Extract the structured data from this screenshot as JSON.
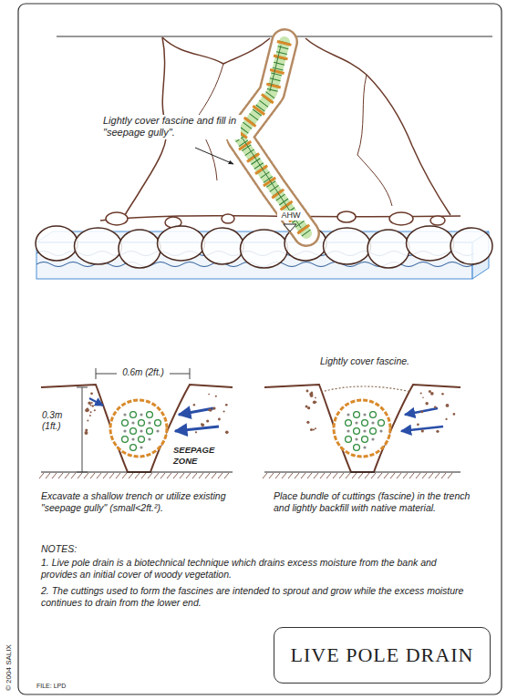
{
  "diagram": {
    "nodes": [
      {
        "text": [
          "LIVE POLE DRAIN"
        ]
      }
    ],
    "labels": [
      "Lightly cover fascine and fill in \"seepage gully\".",
      "AHW",
      "0.6m (2ft.)",
      "0.3m (1ft.)",
      "SEEPAGE ZONE",
      "Excavate a shallow trench or utilize existing \"seepage gully\" (small<2ft.²).",
      "Lightly cover fascine.",
      "Place bundle of cuttings (fascine) in the trench and lightly backfill with native material.",
      "NOTES:",
      "1. Live pole drain is a biotechnical technique which drains excess moisture from the bank and provides an initial cover of woody vegetation.",
      "2. The cuttings used to form the fascines are intended to sprout and grow while the excess moisture continues to drain from the lower end.",
      "© 2004 SALIX",
      "FILE: LPD"
    ]
  }
}
